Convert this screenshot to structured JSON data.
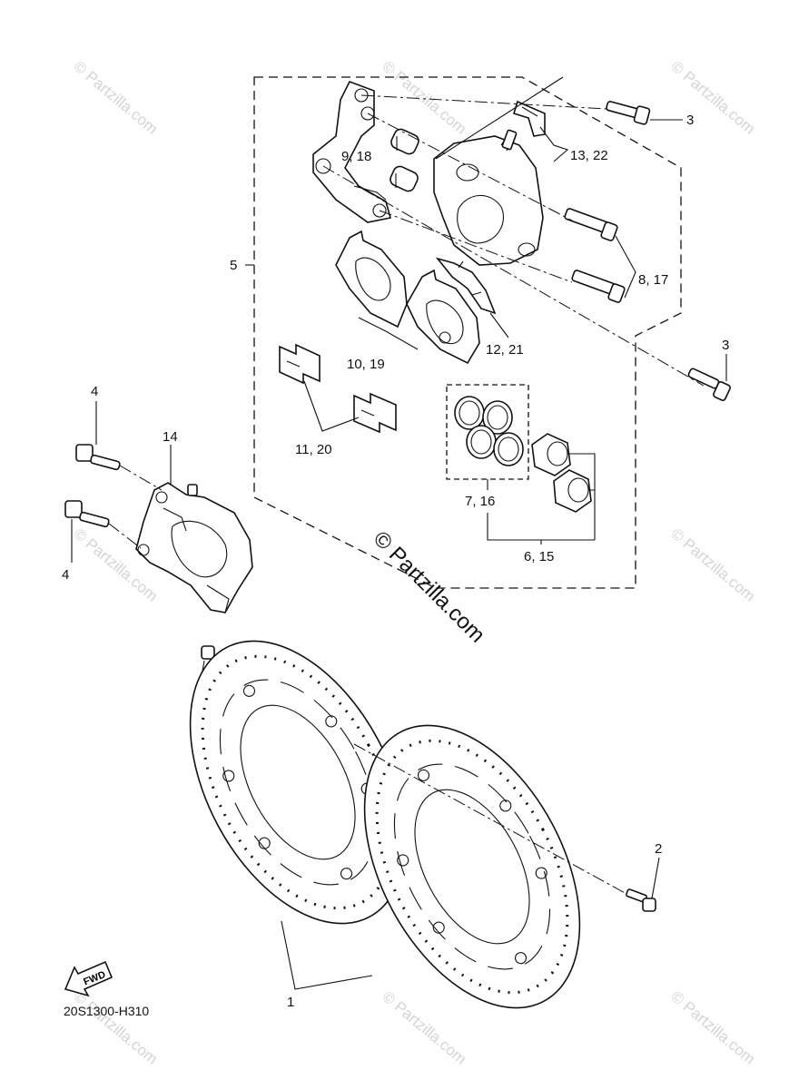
{
  "diagram_code": "20S1300-H310",
  "fwd_label": "FWD",
  "watermark_main": "© Partzilla.com",
  "watermark_faint": "© Partzilla.com",
  "callouts": {
    "c1": "1",
    "c2a": "2",
    "c2b": "2",
    "c3a": "3",
    "c3b": "3",
    "c4a": "4",
    "c4b": "4",
    "c5": "5",
    "c6_15": "6, 15",
    "c7_16": "7, 16",
    "c8_17": "8, 17",
    "c9_18": "9, 18",
    "c10_19": "10, 19",
    "c11_20": "11, 20",
    "c12_21": "12, 21",
    "c13_22": "13, 22",
    "c14": "14"
  }
}
